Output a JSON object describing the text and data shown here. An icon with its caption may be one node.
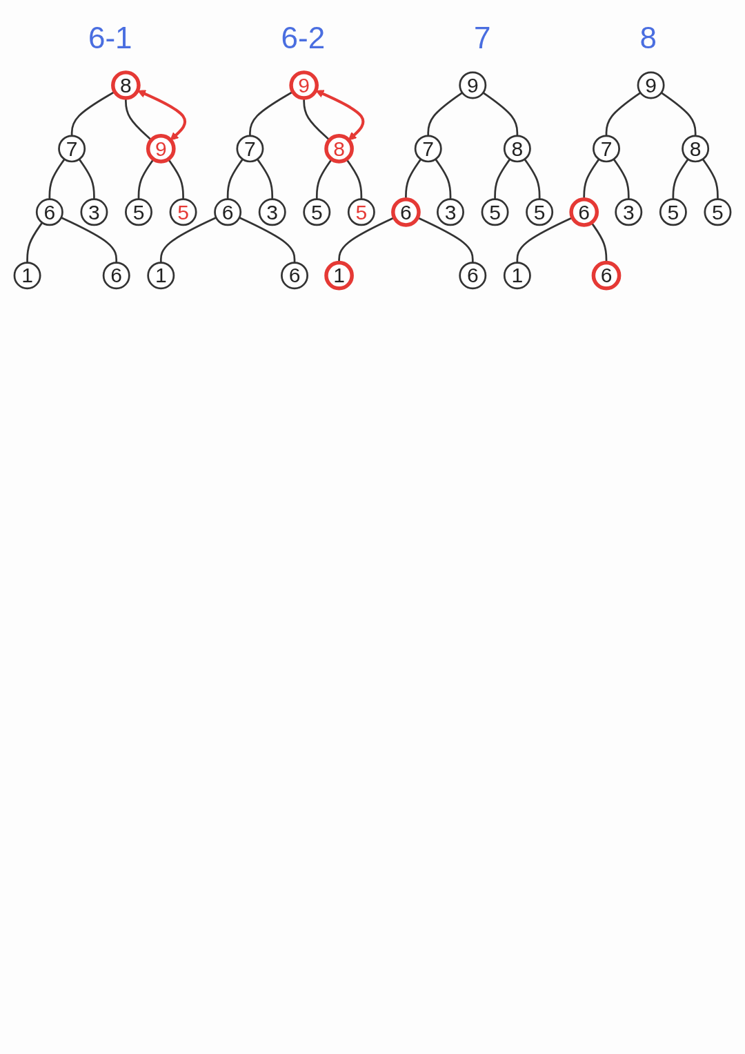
{
  "diagram": {
    "nodes": [
      {
        "text": [
          "8"
        ]
      },
      {
        "text": [
          "7"
        ]
      },
      {
        "text": [
          "9"
        ]
      },
      {
        "text": [
          "6"
        ]
      },
      {
        "text": [
          "3"
        ]
      },
      {
        "text": [
          "5"
        ]
      },
      {
        "text": [
          "5"
        ]
      },
      {
        "text": [
          "1"
        ]
      },
      {
        "text": [
          "6"
        ]
      },
      {
        "text": [
          "9"
        ]
      },
      {
        "text": [
          "7"
        ]
      },
      {
        "text": [
          "8"
        ]
      },
      {
        "text": [
          "6"
        ]
      },
      {
        "text": [
          "3"
        ]
      },
      {
        "text": [
          "5"
        ]
      },
      {
        "text": [
          "5"
        ]
      },
      {
        "text": [
          "1"
        ]
      },
      {
        "text": [
          "6"
        ]
      },
      {
        "text": [
          "9"
        ]
      },
      {
        "text": [
          "7"
        ]
      },
      {
        "text": [
          "8"
        ]
      },
      {
        "text": [
          "6"
        ]
      },
      {
        "text": [
          "3"
        ]
      },
      {
        "text": [
          "5"
        ]
      },
      {
        "text": [
          "5"
        ]
      },
      {
        "text": [
          "1"
        ]
      },
      {
        "text": [
          "6"
        ]
      },
      {
        "text": [
          "9"
        ]
      },
      {
        "text": [
          "7"
        ]
      },
      {
        "text": [
          "8"
        ]
      },
      {
        "text": [
          "6"
        ]
      },
      {
        "text": [
          "3"
        ]
      },
      {
        "text": [
          "5"
        ]
      },
      {
        "text": [
          "5"
        ]
      },
      {
        "text": [
          "1"
        ]
      },
      {
        "text": [
          "6"
        ]
      }
    ],
    "edges": [
      {
        "from": 0,
        "to": 1,
        "arrow": "none"
      },
      {
        "from": 0,
        "to": 2,
        "arrow": "none"
      },
      {
        "from": 1,
        "to": 3,
        "arrow": "none"
      },
      {
        "from": 1,
        "to": 4,
        "arrow": "none"
      },
      {
        "from": 2,
        "to": 5,
        "arrow": "none"
      },
      {
        "from": 2,
        "to": 6,
        "arrow": "none"
      },
      {
        "from": 3,
        "to": 7,
        "arrow": "none"
      },
      {
        "from": 3,
        "to": 8,
        "arrow": "none"
      },
      {
        "from": 0,
        "to": 2,
        "arrow": "both",
        "color": "#e53935"
      },
      {
        "from": 9,
        "to": 10,
        "arrow": "none"
      },
      {
        "from": 9,
        "to": 11,
        "arrow": "none"
      },
      {
        "from": 10,
        "to": 12,
        "arrow": "none"
      },
      {
        "from": 10,
        "to": 13,
        "arrow": "none"
      },
      {
        "from": 11,
        "to": 14,
        "arrow": "none"
      },
      {
        "from": 11,
        "to": 15,
        "arrow": "none"
      },
      {
        "from": 12,
        "to": 16,
        "arrow": "none"
      },
      {
        "from": 12,
        "to": 17,
        "arrow": "none"
      },
      {
        "from": 9,
        "to": 11,
        "arrow": "both",
        "color": "#e53935"
      },
      {
        "from": 18,
        "to": 19,
        "arrow": "none"
      },
      {
        "from": 18,
        "to": 20,
        "arrow": "none"
      },
      {
        "from": 19,
        "to": 21,
        "arrow": "none"
      },
      {
        "from": 19,
        "to": 22,
        "arrow": "none"
      },
      {
        "from": 20,
        "to": 23,
        "arrow": "none"
      },
      {
        "from": 20,
        "to": 24,
        "arrow": "none"
      },
      {
        "from": 21,
        "to": 25,
        "arrow": "none"
      },
      {
        "from": 21,
        "to": 26,
        "arrow": "none"
      },
      {
        "from": 27,
        "to": 28,
        "arrow": "none"
      },
      {
        "from": 27,
        "to": 29,
        "arrow": "none"
      },
      {
        "from": 28,
        "to": 30,
        "arrow": "none"
      },
      {
        "from": 28,
        "to": 31,
        "arrow": "none"
      },
      {
        "from": 29,
        "to": 32,
        "arrow": "none"
      },
      {
        "from": 29,
        "to": 33,
        "arrow": "none"
      },
      {
        "from": 30,
        "to": 34,
        "arrow": "none"
      },
      {
        "from": 30,
        "to": 35,
        "arrow": "none"
      }
    ],
    "labels": [
      "6-1",
      "6-2",
      "7",
      "8"
    ]
  }
}
